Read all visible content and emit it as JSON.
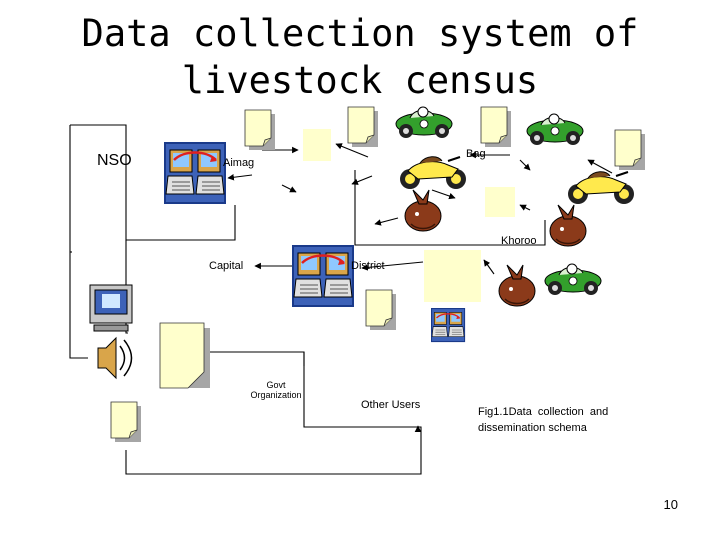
{
  "slide": {
    "title_line1": "Data collection system of",
    "title_line2": "livestock census",
    "page_number": "10"
  },
  "labels": {
    "nso": "NSO",
    "aimag": "Aimag",
    "bag": "Bag",
    "khoroo": "Khoroo",
    "capital": "Capital",
    "district": "District",
    "govt_org_line1": "Govt",
    "govt_org_line2": "Organization",
    "other_users": "Other Users",
    "caption_line1": "Fig1.1Data  collection  and",
    "caption_line2": "dissemination schema"
  },
  "icons": [
    "document-icon",
    "computer-exchange-icon",
    "car-icon",
    "motorcycle-icon",
    "horse-icon",
    "monitor-icon",
    "speaker-icon"
  ],
  "colors": {
    "document_fill": "#ffffcc",
    "document_shadow": "#a6a6a6",
    "car_green": "#33a02c",
    "moto_yellow": "#ffe94d",
    "horse_brown": "#8b3a1a",
    "computer_blue": "#1a3a8a"
  }
}
